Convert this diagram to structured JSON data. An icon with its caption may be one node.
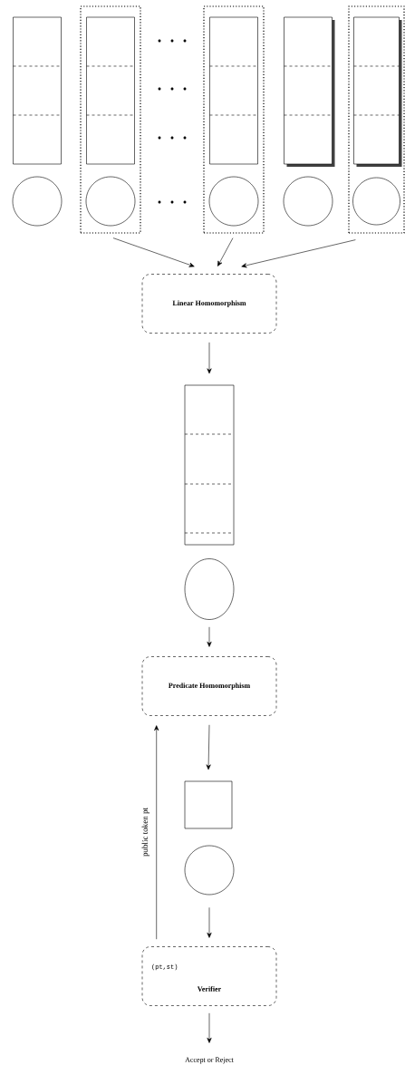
{
  "diagram": {
    "nodes": [
      {
        "text": [],
        "shape": "bar"
      },
      {
        "text": [],
        "shape": "circle"
      },
      {
        "text": [],
        "shape": "box"
      },
      {
        "text": [],
        "shape": "bar",
        "in": 2
      },
      {
        "text": [],
        "shape": "circle",
        "in": 2
      },
      {
        "text": [],
        "shape": "box"
      },
      {
        "text": [],
        "shape": "bar",
        "in": 5
      },
      {
        "text": [],
        "shape": "circle",
        "in": 5
      },
      {
        "text": [],
        "shape": "bar"
      },
      {
        "text": [],
        "shape": "circle"
      },
      {
        "text": [],
        "shape": "box"
      },
      {
        "text": [],
        "shape": "bar",
        "in": 10
      },
      {
        "text": [],
        "shape": "circle",
        "in": 10
      },
      {
        "text": [
          "Linear Homomorphism"
        ]
      },
      {
        "text": [],
        "shape": "bar"
      },
      {
        "text": [],
        "shape": "ellipse"
      },
      {
        "text": [
          "Predicate Homomorphism"
        ]
      },
      {
        "text": [],
        "shape": "box"
      },
      {
        "text": [],
        "shape": "circle"
      },
      {
        "text": [
          "(pt,st)",
          "Verifier"
        ]
      },
      {
        "text": [
          "Accept or Reject"
        ]
      }
    ],
    "edges": [
      {
        "from": 2,
        "to": 13,
        "arrow": "to"
      },
      {
        "from": 5,
        "to": 13,
        "arrow": "to"
      },
      {
        "from": 10,
        "to": 13,
        "arrow": "to"
      },
      {
        "from": 13,
        "to": 14,
        "arrow": "to"
      },
      {
        "from": 15,
        "to": 16,
        "arrow": "to"
      },
      {
        "from": 16,
        "to": 17,
        "arrow": "to"
      },
      {
        "from": 18,
        "to": 19,
        "arrow": "to"
      },
      {
        "from": 19,
        "to": 20,
        "arrow": "to"
      },
      {
        "from": 19,
        "to": 16,
        "arrow": "to",
        "label": "public token pt"
      }
    ]
  }
}
